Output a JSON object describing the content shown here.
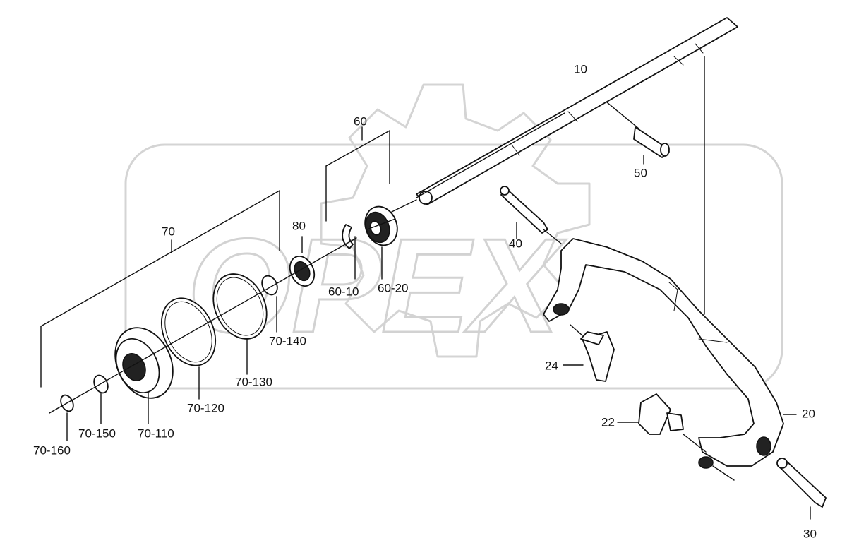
{
  "watermark": "OPEX",
  "labels": {
    "p10": "10",
    "p20": "20",
    "p22": "22",
    "p24": "24",
    "p30": "30",
    "p40": "40",
    "p50": "50",
    "p60": "60",
    "p60_10": "60-10",
    "p60_20": "60-20",
    "p70": "70",
    "p70_110": "70-110",
    "p70_120": "70-120",
    "p70_130": "70-130",
    "p70_140": "70-140",
    "p70_150": "70-150",
    "p70_160": "70-160",
    "p80": "80"
  }
}
